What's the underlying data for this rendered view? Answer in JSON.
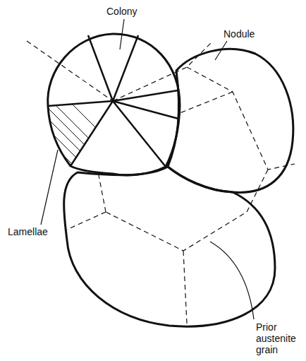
{
  "diagram": {
    "labels": [
      "Colony",
      "Nodule",
      "Lamellae",
      "Prior austenite grain"
    ]
  }
}
